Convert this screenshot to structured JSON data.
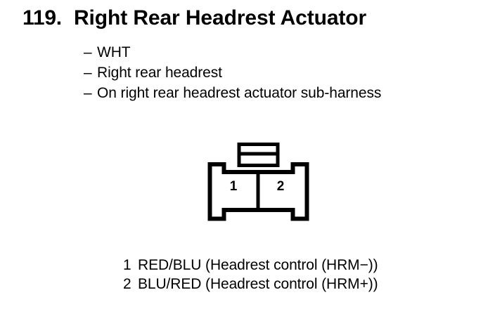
{
  "heading": {
    "number": "119.",
    "title": "Right Rear Headrest Actuator"
  },
  "attributes": [
    {
      "dash": "–",
      "text": "WHT"
    },
    {
      "dash": "–",
      "text": "Right rear headrest"
    },
    {
      "dash": "–",
      "text": "On right rear headrest actuator sub-harness"
    }
  ],
  "connector": {
    "cavity_labels": {
      "pin1": "1",
      "pin2": "2"
    },
    "stroke_color": "#000000",
    "fill_color": "#ffffff"
  },
  "legend": [
    {
      "number": "1",
      "text": "RED/BLU (Headrest control (HRM−))"
    },
    {
      "number": "2",
      "text": "BLU/RED (Headrest control (HRM+))"
    }
  ]
}
